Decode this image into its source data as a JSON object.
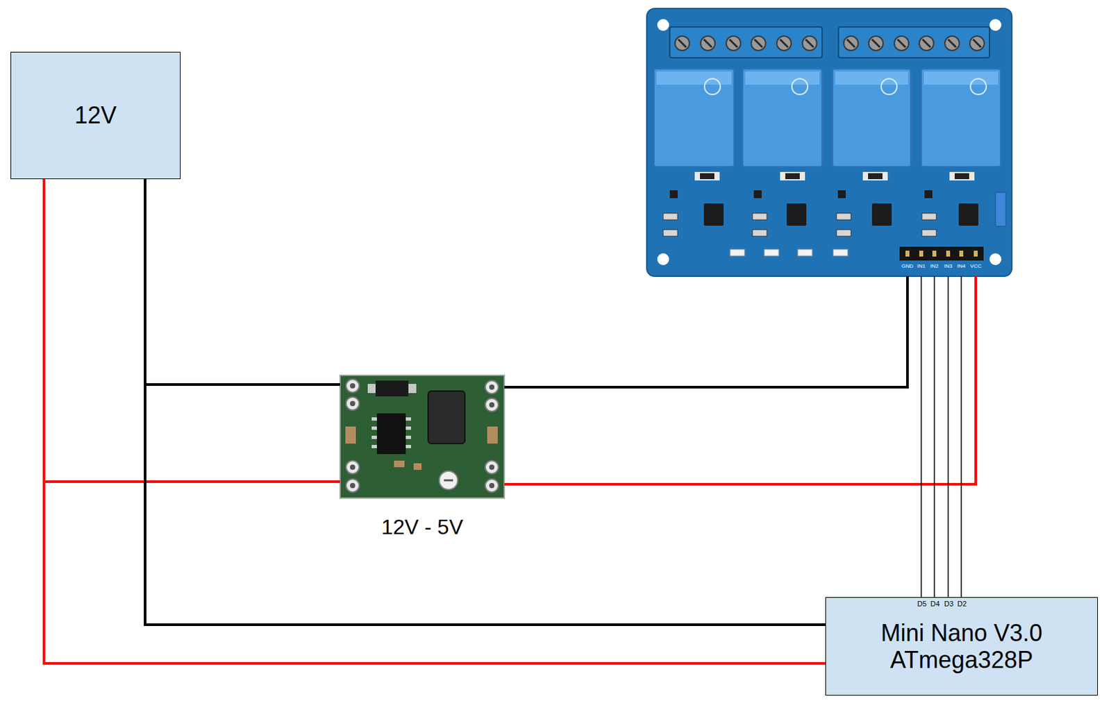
{
  "diagram": {
    "nodes": [
      {
        "text": [
          "12V"
        ]
      },
      {
        "text": [
          "GND",
          "IN1",
          "IN2",
          "IN3",
          "IN4",
          "VCC"
        ]
      },
      {
        "text": [
          "12V - 5V"
        ]
      },
      {
        "text": [
          "D5",
          "D4",
          "D3",
          "D2",
          "Mini Nano V3.0 ATmega328P"
        ]
      }
    ],
    "edges": [
      {
        "from": 0,
        "to": 2,
        "arrow": "none"
      },
      {
        "from": 0,
        "to": 2,
        "arrow": "none"
      },
      {
        "from": 2,
        "to": 1,
        "arrow": "none"
      },
      {
        "from": 2,
        "to": 1,
        "arrow": "none"
      },
      {
        "from": 1,
        "to": 3,
        "arrow": "none"
      },
      {
        "from": 1,
        "to": 3,
        "arrow": "none"
      },
      {
        "from": 1,
        "to": 3,
        "arrow": "none"
      },
      {
        "from": 1,
        "to": 3,
        "arrow": "none"
      },
      {
        "from": 0,
        "to": 3,
        "arrow": "none"
      },
      {
        "from": 0,
        "to": 3,
        "arrow": "none"
      }
    ]
  }
}
